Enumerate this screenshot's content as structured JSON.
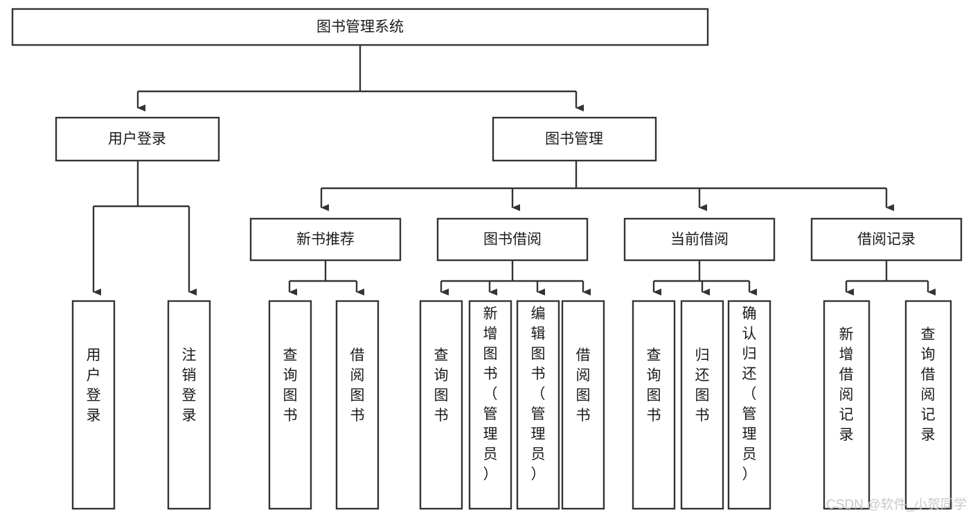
{
  "diagram": {
    "type": "tree",
    "title": "图书管理系统",
    "orientation": "top-down",
    "levels": 4,
    "root": {
      "id": "root",
      "label": "图书管理系统",
      "text_orientation": "horizontal"
    },
    "level2": [
      {
        "id": "user-login",
        "label": "用户登录",
        "text_orientation": "horizontal"
      },
      {
        "id": "book-manage",
        "label": "图书管理",
        "text_orientation": "horizontal"
      }
    ],
    "level3": [
      {
        "id": "new-book-recommend",
        "label": "新书推荐",
        "text_orientation": "horizontal",
        "parent": "book-manage"
      },
      {
        "id": "book-borrow",
        "label": "图书借阅",
        "text_orientation": "horizontal",
        "parent": "book-manage"
      },
      {
        "id": "current-borrow",
        "label": "当前借阅",
        "text_orientation": "horizontal",
        "parent": "book-manage"
      },
      {
        "id": "borrow-record",
        "label": "借阅记录",
        "text_orientation": "horizontal",
        "parent": "book-manage"
      }
    ],
    "leaves": [
      {
        "id": "leaf-user-login",
        "label": "用户登录",
        "parent": "user-login",
        "text_orientation": "vertical"
      },
      {
        "id": "leaf-user-logout",
        "label": "注销登录",
        "parent": "user-login",
        "text_orientation": "vertical"
      },
      {
        "id": "leaf-query-book-1",
        "label": "查询图书",
        "parent": "new-book-recommend",
        "text_orientation": "vertical"
      },
      {
        "id": "leaf-borrow-book-1",
        "label": "借阅图书",
        "parent": "new-book-recommend",
        "text_orientation": "vertical"
      },
      {
        "id": "leaf-query-book-2",
        "label": "查询图书",
        "parent": "book-borrow",
        "text_orientation": "vertical"
      },
      {
        "id": "leaf-add-book",
        "label": "新增图书（管理员）",
        "parent": "book-borrow",
        "text_orientation": "vertical"
      },
      {
        "id": "leaf-edit-book",
        "label": "编辑图书（管理员）",
        "parent": "book-borrow",
        "text_orientation": "vertical"
      },
      {
        "id": "leaf-borrow-book-2",
        "label": "借阅图书",
        "parent": "book-borrow",
        "text_orientation": "vertical"
      },
      {
        "id": "leaf-query-book-3",
        "label": "查询图书",
        "parent": "current-borrow",
        "text_orientation": "vertical"
      },
      {
        "id": "leaf-return-book",
        "label": "归还图书",
        "parent": "current-borrow",
        "text_orientation": "vertical"
      },
      {
        "id": "leaf-confirm-return",
        "label": "确认归还（管理员）",
        "parent": "current-borrow",
        "text_orientation": "vertical"
      },
      {
        "id": "leaf-add-record",
        "label": "新增借阅记录",
        "parent": "borrow-record",
        "text_orientation": "vertical"
      },
      {
        "id": "leaf-query-record",
        "label": "查询借阅记录",
        "parent": "borrow-record",
        "text_orientation": "vertical"
      }
    ],
    "colors": {
      "box_fill": "#ffffff",
      "box_stroke": "#333333",
      "text": "#1a1a1a",
      "connector": "#333333",
      "background": "#ffffff",
      "watermark": "#c9c9c9"
    }
  },
  "watermark": {
    "label": "CSDN @软件_小贺同学"
  }
}
